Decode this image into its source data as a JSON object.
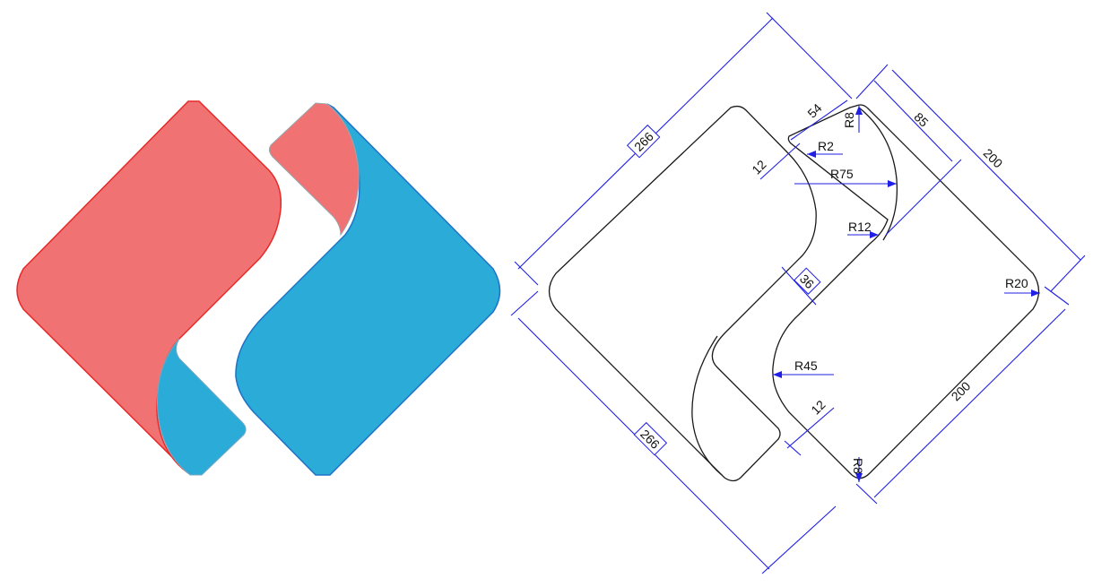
{
  "colors": {
    "red_fill": "#f07273",
    "red_edge": "#e62a2a",
    "blue_fill": "#2aabd8",
    "blue_edge": "#1e73c8",
    "dimension_blue": "#1f1fe6",
    "outline": "#1a1a1a"
  },
  "dimensions": {
    "overall_upper_left": "266",
    "overall_lower_left": "266",
    "upper_right_total": "200",
    "lower_right_side": "200",
    "top_offset": "54",
    "top_slot": "85",
    "gap_upper": "12",
    "gap_lower": "12",
    "web_width": "36",
    "radius_r2": "R2",
    "radius_r75": "R75",
    "radius_r12": "R12",
    "radius_r45": "R45",
    "radius_r20": "R20",
    "radius_r8_top": "R8",
    "radius_r8_bottom": "R8"
  }
}
